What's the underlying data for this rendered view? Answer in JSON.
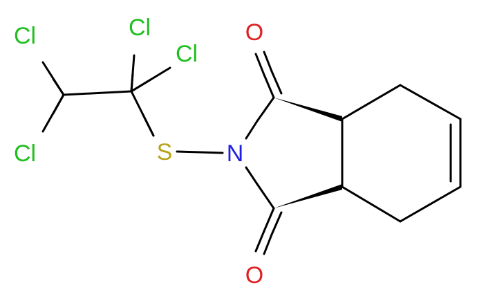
{
  "molecule": {
    "atoms": [
      {
        "id": "cl-top-left",
        "symbol": "Cl",
        "color": "#1fbf1f"
      },
      {
        "id": "cl-top",
        "symbol": "Cl",
        "color": "#1fbf1f"
      },
      {
        "id": "cl-right",
        "symbol": "Cl",
        "color": "#1fbf1f"
      },
      {
        "id": "cl-bottom-left",
        "symbol": "Cl",
        "color": "#1fbf1f"
      },
      {
        "id": "sulfur",
        "symbol": "S",
        "color": "#b8a21a"
      },
      {
        "id": "nitrogen",
        "symbol": "N",
        "color": "#1f1fe0"
      },
      {
        "id": "oxygen-top",
        "symbol": "O",
        "color": "#e01f1f"
      },
      {
        "id": "oxygen-bottom",
        "symbol": "O",
        "color": "#e01f1f"
      }
    ]
  }
}
